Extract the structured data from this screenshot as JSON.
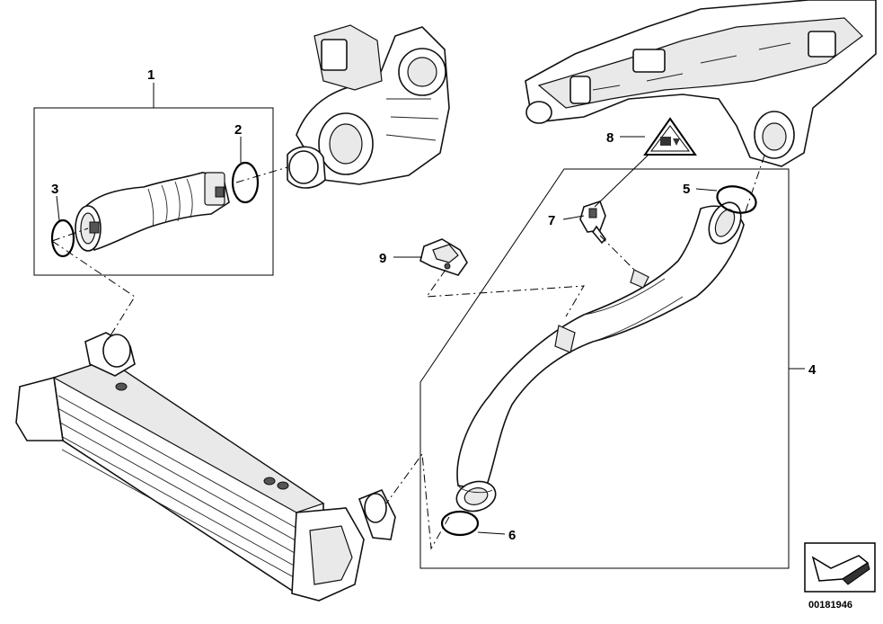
{
  "callouts": {
    "c1": "1",
    "c2": "2",
    "c3": "3",
    "c4": "4",
    "c5": "5",
    "c6": "6",
    "c7": "7",
    "c8": "8",
    "c9": "9"
  },
  "catalog_number": "00181946",
  "icons": {
    "warning": "warning-triangle-icon",
    "orientation": "direction-arrow-icon"
  }
}
